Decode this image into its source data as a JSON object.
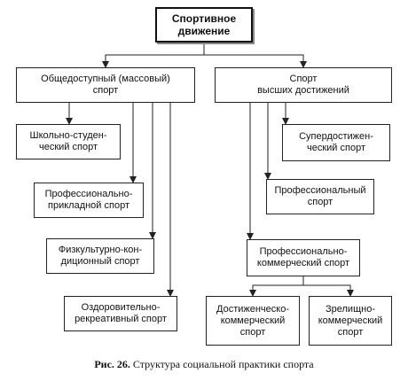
{
  "diagram": {
    "root": {
      "text": "Спортивное\nдвижение"
    },
    "mass": {
      "text": "Общедоступный (массовый)\nспорт",
      "children": [
        {
          "key": "school",
          "text": "Школьно-студен-\nческий спорт"
        },
        {
          "key": "applied",
          "text": "Профессионально-\nприкладной спорт"
        },
        {
          "key": "fitness",
          "text": "Физкультурно-кон-\nдиционный спорт"
        },
        {
          "key": "health",
          "text": "Оздоровительно-\nрекреативный спорт"
        }
      ]
    },
    "elite": {
      "text": "Спорт\nвысших достижений",
      "children": [
        {
          "key": "super",
          "text": "Супердостижен-\nческий спорт"
        },
        {
          "key": "professional",
          "text": "Профессиональный\nспорт"
        },
        {
          "key": "commercial",
          "text": "Профессионально-\nкоммерческий спорт"
        }
      ]
    },
    "commercial_children": [
      {
        "key": "achievement",
        "text": "Достиженческо-\nкоммерческий\nспорт"
      },
      {
        "key": "spectacle",
        "text": "Зрелищно-\nкоммерческий\nспорт"
      }
    ]
  },
  "caption": {
    "label": "Рис. 26.",
    "text": "Структура социальной практики спорта"
  },
  "colors": {
    "line": "#222222",
    "background": "#ffffff"
  }
}
